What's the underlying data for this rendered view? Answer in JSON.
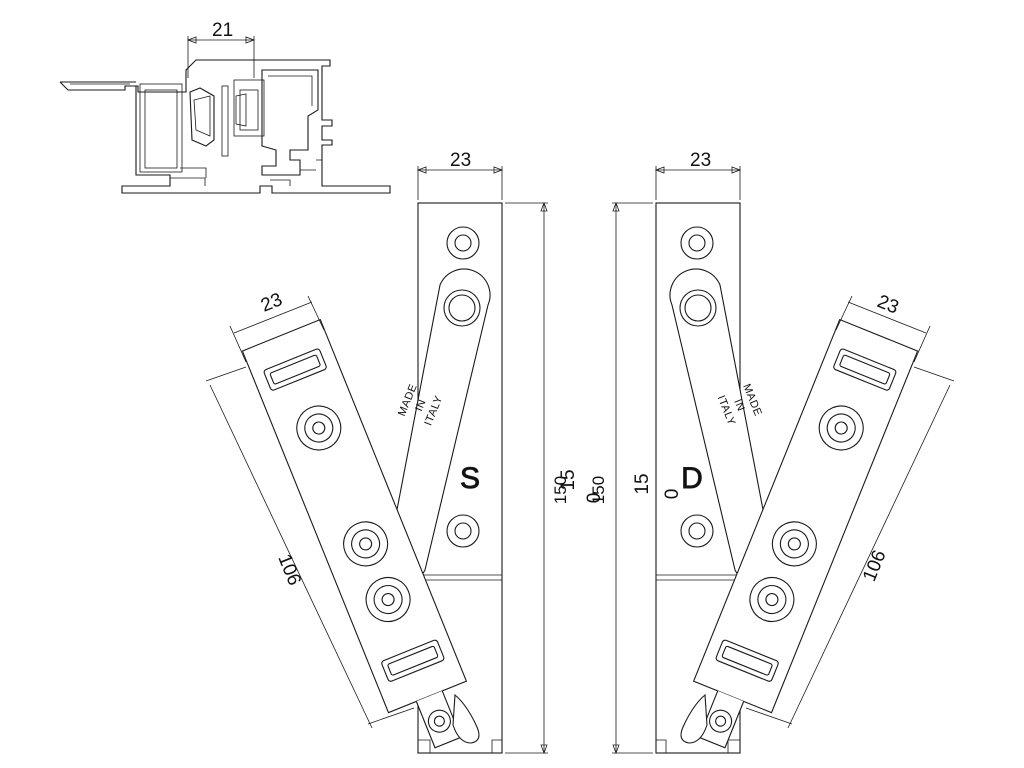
{
  "dimensions": {
    "profile_width": "21",
    "left_fixed_width": "23",
    "left_arm_width": "23",
    "left_height_a": "150",
    "left_height_b": "15",
    "left_height_c": "0",
    "left_arm_length": "106",
    "right_fixed_width": "23",
    "right_arm_width": "23",
    "right_height_a": "150",
    "right_height_b": "15",
    "right_height_c": "0",
    "right_arm_length": "106"
  },
  "stamps": {
    "left_made": "MADE",
    "left_in": "IN",
    "left_italy": "ITALY",
    "right_made": "MADE",
    "right_in": "IN",
    "right_italy": "ITALY",
    "left_side_letter": "S",
    "right_side_letter": "D"
  }
}
